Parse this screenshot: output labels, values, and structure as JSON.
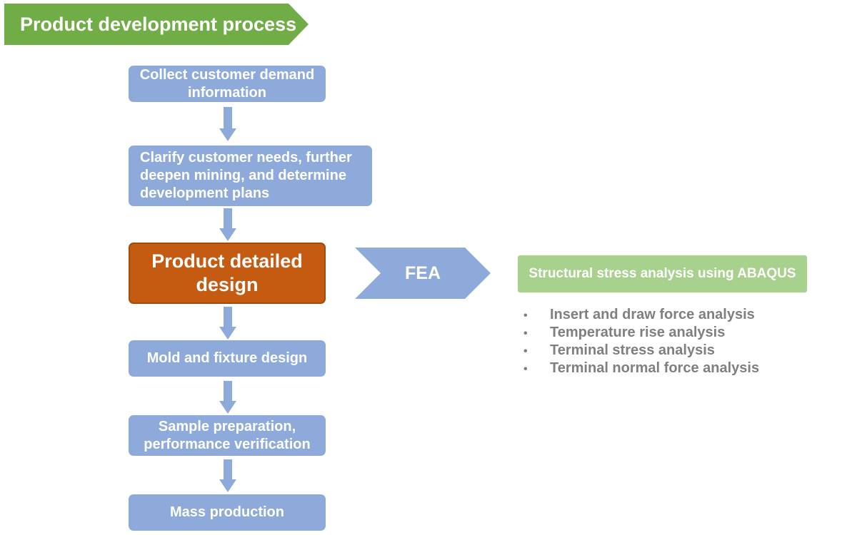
{
  "title": "Product development process",
  "steps": [
    {
      "label": "Collect customer demand information"
    },
    {
      "label": "Clarify customer needs, further deepen mining, and determine development plans"
    },
    {
      "label": "Product detailed design"
    },
    {
      "label": "Mold and fixture design"
    },
    {
      "label": "Sample preparation, performance verification"
    },
    {
      "label": "Mass production"
    }
  ],
  "fea": {
    "label": "FEA",
    "description": "Structural stress analysis using ABAQUS",
    "analyses": [
      "Insert and draw  force analysis",
      "Temperature rise analysis",
      "Terminal stress analysis",
      "Terminal normal force analysis"
    ]
  },
  "colors": {
    "banner": "#70ad47",
    "step": "#8eaadb",
    "highlight": "#c55a11",
    "fea_box": "#a9d18e",
    "list_text": "#7f7f7f"
  }
}
